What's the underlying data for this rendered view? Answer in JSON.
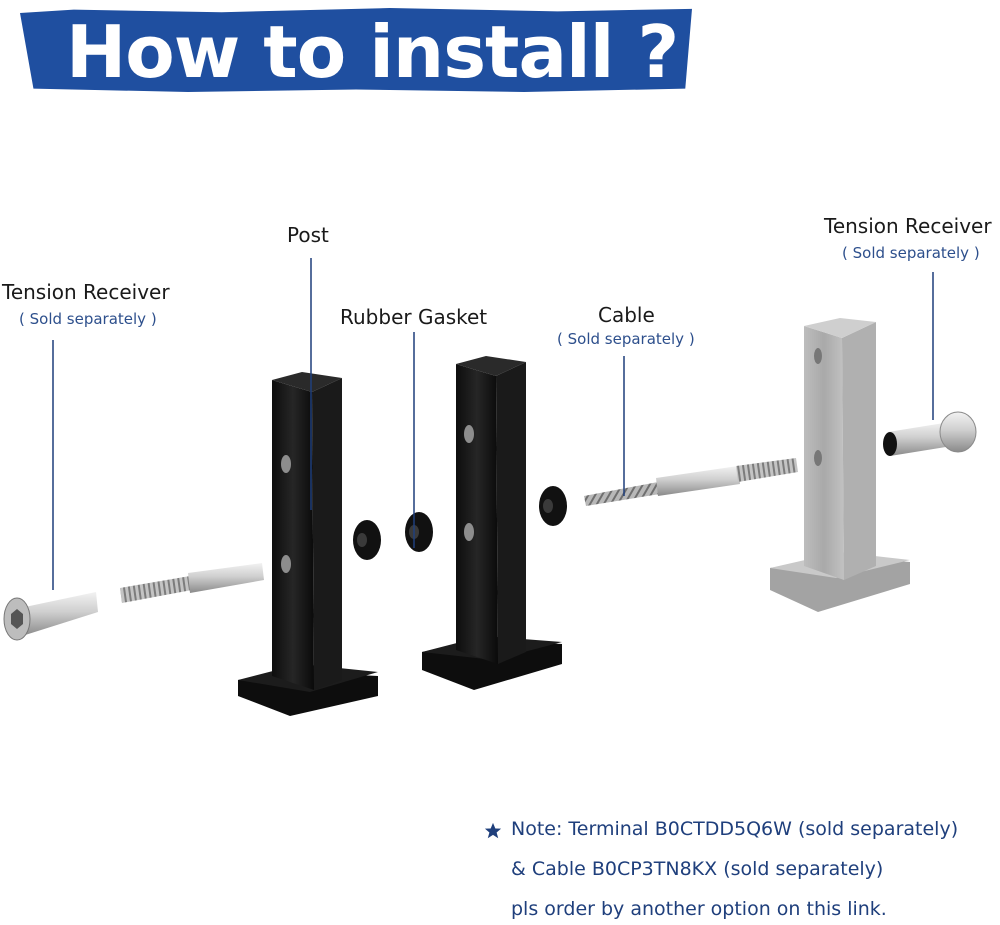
{
  "title": "How to install ?",
  "labels": {
    "tension_receiver_left": "Tension Receiver",
    "tension_receiver_left_note": "( Sold separately )",
    "post": "Post",
    "rubber_gasket": "Rubber Gasket",
    "cable": "Cable",
    "cable_note": "( Sold separately )",
    "tension_receiver_right": "Tension Receiver",
    "tension_receiver_right_note": "( Sold separately )"
  },
  "note": {
    "icon": "star-icon",
    "line1": "Note: Terminal B0CTDD5Q6W (sold separately)",
    "line2": "& Cable B0CP3TN8KX (sold separately)",
    "line3": "pls order by another option on this link."
  },
  "colors": {
    "title_band": "#1f4fa0",
    "label_text": "#1a1a1a",
    "note_text": "#1f3f7c",
    "leader_line": "#1f3f7c",
    "post_black": "#141414",
    "post_gray": "#b5b5b5",
    "steel": "#c9c9c9"
  }
}
